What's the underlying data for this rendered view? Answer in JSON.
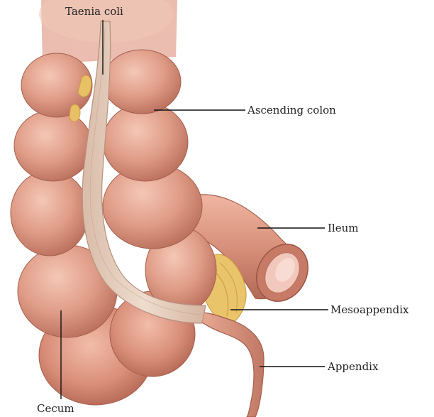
{
  "labels": {
    "taenia_coli": "Taenia coli",
    "ascending_colon": "Ascending colon",
    "ileum": "Ileum",
    "mesoappendix": "Mesoappendix",
    "appendix": "Appendix",
    "cecum": "Cecum"
  },
  "colors": {
    "background": "#ffffff",
    "colon_fill": "#dd9a86",
    "colon_shade": "#b9705e",
    "colon_highlight": "#f4c2b2",
    "taenia_band": "#e6cfbf",
    "taenia_edge": "#b8917e",
    "fat_yellow": "#e8c066",
    "leader_line": "#111111"
  }
}
